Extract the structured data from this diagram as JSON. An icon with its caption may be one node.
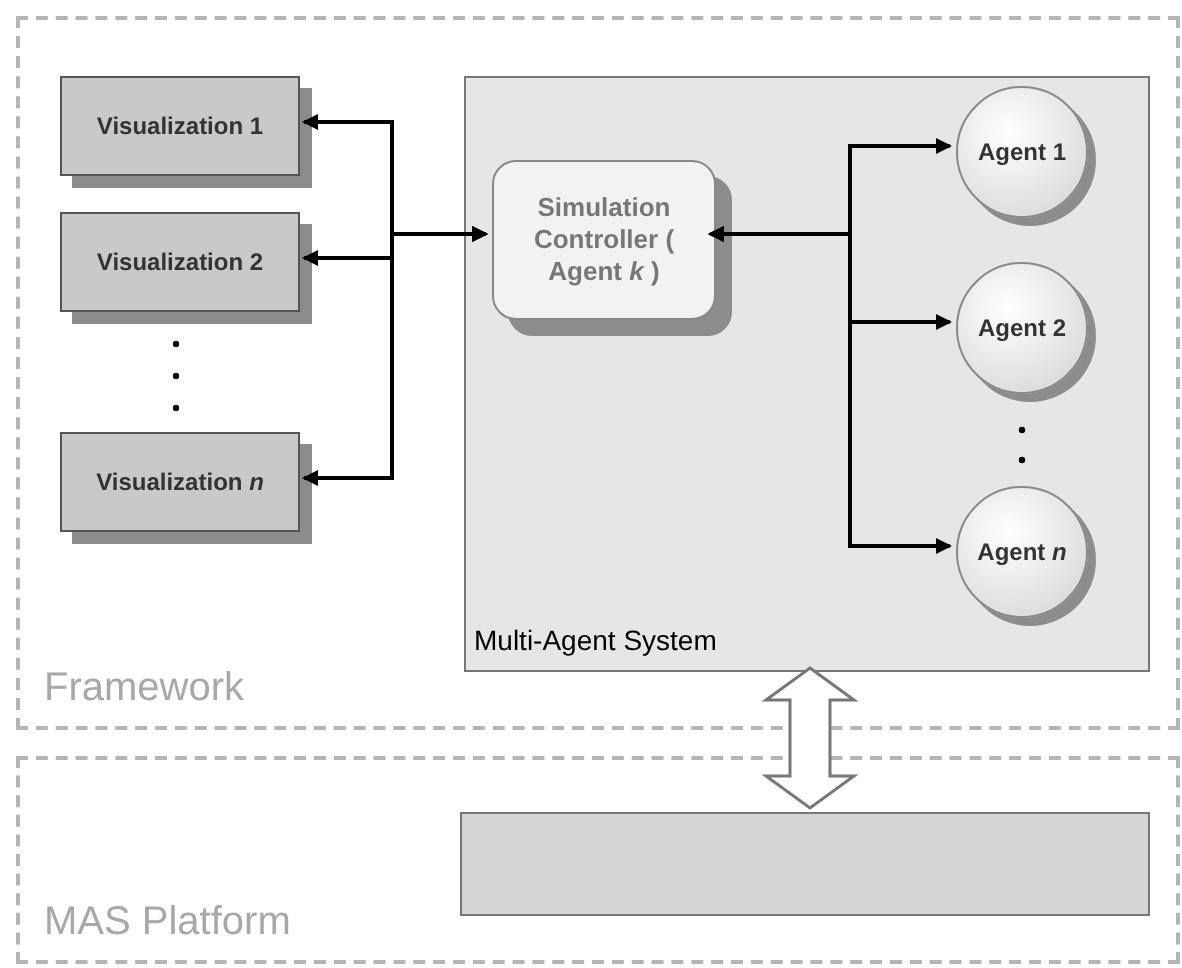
{
  "diagram": {
    "nodes": [
      {
        "text": [
          "Framework"
        ]
      },
      {
        "text": [
          "Visualization 1"
        ],
        "in": 0
      },
      {
        "text": [
          "Visualization 2"
        ],
        "in": 0
      },
      {
        "text": [
          "Visualization *n*"
        ],
        "in": 0
      },
      {
        "text": [
          "Multi-Agent System"
        ],
        "in": 0
      },
      {
        "text": [
          "Simulation Controller ( Agent *k* )"
        ],
        "in": 4
      },
      {
        "text": [
          "Agent 1"
        ],
        "in": 4
      },
      {
        "text": [
          "Agent 2"
        ],
        "in": 4
      },
      {
        "text": [
          "Agent *n*"
        ],
        "in": 4
      },
      {
        "text": [
          "MAS Platform"
        ]
      },
      {
        "text": [],
        "shape": "box",
        "in": 9
      }
    ],
    "edges": [
      {
        "from": 5,
        "to": 1,
        "arrow": "both"
      },
      {
        "from": 5,
        "to": 2,
        "arrow": "both"
      },
      {
        "from": 5,
        "to": 3,
        "arrow": "both"
      },
      {
        "from": 5,
        "to": 6,
        "arrow": "both"
      },
      {
        "from": 5,
        "to": 7,
        "arrow": "both"
      },
      {
        "from": 5,
        "to": 8,
        "arrow": "both"
      },
      {
        "from": 4,
        "to": 10,
        "arrow": "both",
        "style": "thick"
      }
    ]
  }
}
